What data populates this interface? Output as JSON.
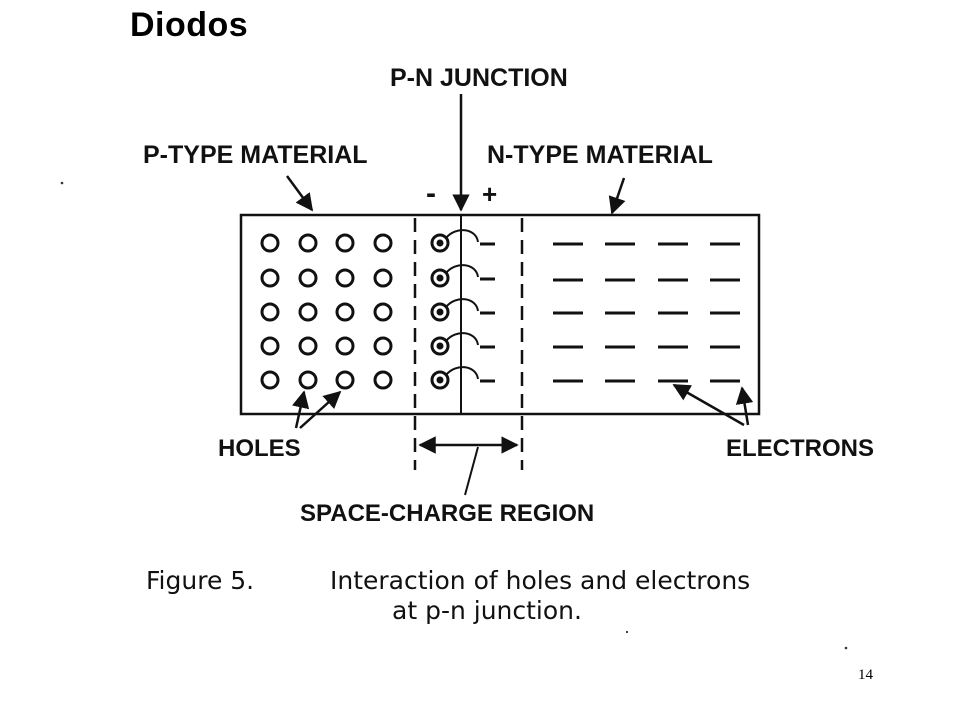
{
  "slide": {
    "title": "Diodos",
    "page_number": "14"
  },
  "diagram": {
    "labels": {
      "pn_junction": "P-N JUNCTION",
      "p_type": "P-TYPE MATERIAL",
      "n_type": "N-TYPE MATERIAL",
      "minus": "-",
      "plus": "+",
      "holes": "HOLES",
      "electrons": "ELECTRONS",
      "space_charge": "SPACE-CHARGE REGION"
    },
    "caption": {
      "line1_prefix": "Figure 5.",
      "line1_text": "Interaction of holes and electrons",
      "line2": "at p-n junction."
    },
    "colors": {
      "ink": "#111111",
      "background": "#ffffff"
    }
  }
}
